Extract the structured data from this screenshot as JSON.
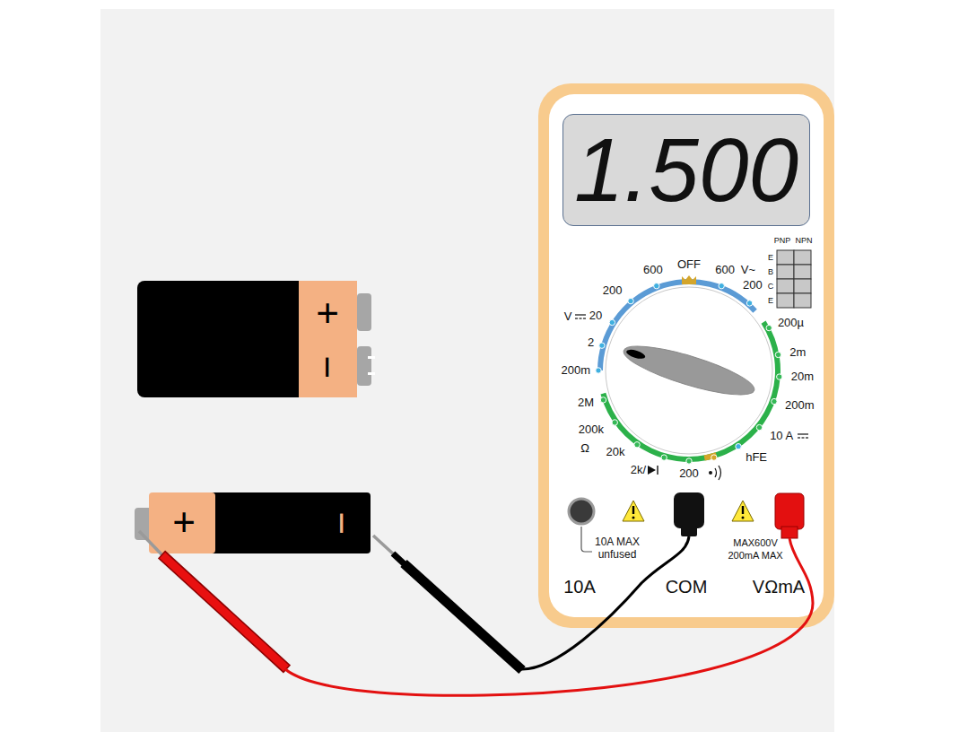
{
  "diagram": {
    "nodes": [
      {
        "text": [
          "1.500"
        ]
      }
    ],
    "labels": [
      "+",
      "−",
      "+",
      "−",
      "600",
      "OFF",
      "600",
      "V~",
      "200",
      "200",
      "V",
      "20",
      "2",
      "200m",
      "2M",
      "200k",
      "Ω",
      "20k",
      "2k/",
      "200",
      "hFE",
      "10 A",
      "200m",
      "20m",
      "2m",
      "200µ",
      "PNP",
      "NPN",
      "E",
      "B",
      "C",
      "E",
      "10A MAX",
      "unfused",
      "MAX600V",
      "200mA MAX",
      "10A",
      "COM",
      "VΩmA"
    ]
  }
}
